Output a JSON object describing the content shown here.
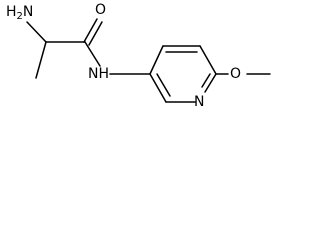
{
  "molecule": {
    "atoms": {
      "amine_n": "H",
      "amine_sub": "2",
      "amine_n_letter": "N",
      "carbonyl_o": "O",
      "amide_nh": "NH",
      "ring_n": "N",
      "ether_o": "O"
    }
  }
}
